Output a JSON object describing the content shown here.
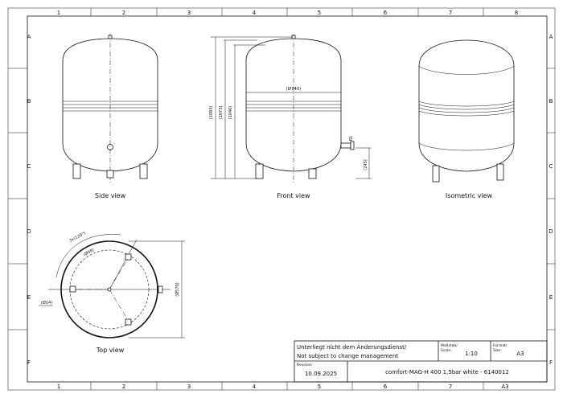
{
  "grid": {
    "columns": [
      "1",
      "2",
      "3",
      "4",
      "5",
      "6",
      "7",
      "8"
    ],
    "rows": [
      "A",
      "B",
      "C",
      "D",
      "E",
      "F"
    ]
  },
  "views": {
    "side": "Side view",
    "front": "Front view",
    "isometric": "Isometric view",
    "top": "Top view"
  },
  "dimensions": {
    "overall_1": "(1083)",
    "overall_2": "(1073)",
    "overall_3": "(1040)",
    "diameter": "(Ø740)",
    "connector": "R1",
    "connector_height": "(245)",
    "angle": "3x(120°)",
    "foot_circle": "(Ø14)",
    "bolt_circle": "(Ø48)",
    "top_diameter": "(Ø570)"
  },
  "title_block": {
    "notice_de": "Unterliegt nicht dem Änderungsdienst/",
    "notice_en": "Not subject to change management",
    "scale_label_1": "Maßstab/",
    "scale_label_2": "Scale:",
    "scale_value": "1:10",
    "format_label_1": "Format/",
    "format_label_2": "Size:",
    "format_value": "A3",
    "revision_label": "Revision",
    "revision_value": "10.09.2025",
    "product": "comfort-MAG-H 400 1,5bar white - 6140012",
    "bottom_format": "A3"
  }
}
